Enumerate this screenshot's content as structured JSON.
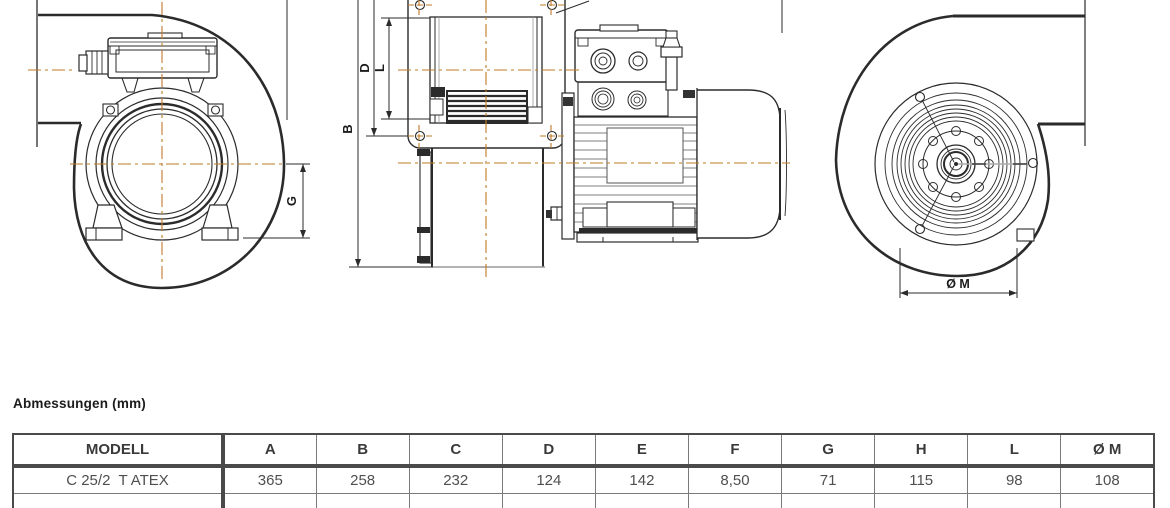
{
  "title": "Abmessungen (mm)",
  "drawing": {
    "views": [
      "front-view-inlet-side",
      "side-view-with-motor",
      "back-view-scroll"
    ],
    "labels": {
      "g": "G",
      "b": "B",
      "d": "D",
      "l": "L",
      "om": "Ø M"
    }
  },
  "table": {
    "headers": [
      "MODELL",
      "A",
      "B",
      "C",
      "D",
      "E",
      "F",
      "G",
      "H",
      "L",
      "Ø M"
    ],
    "rows": [
      [
        "C 25/2  T ATEX",
        "365",
        "258",
        "232",
        "124",
        "142",
        "8,50",
        "71",
        "115",
        "98",
        "108"
      ]
    ]
  },
  "colors": {
    "line": "#2b2b2b",
    "centerline": "#bf7b26",
    "table_border": "#4a4a4a",
    "light_line": "#999999"
  }
}
